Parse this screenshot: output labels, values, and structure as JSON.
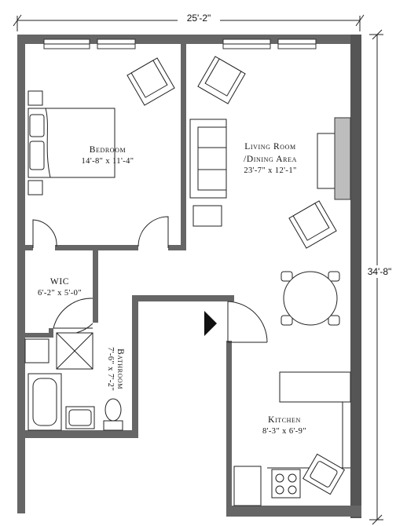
{
  "dimensions": {
    "width": "25'-2\"",
    "height": "34'-8\""
  },
  "rooms": {
    "bedroom": {
      "name": "Bedroom",
      "size": "14'-8\" x 11'-4\""
    },
    "living": {
      "name_line1": "Living Room",
      "name_line2": "/Dining Area",
      "size": "23'-7\" x 12'-1\""
    },
    "wic": {
      "name": "WIC",
      "size": "6'-2\" x 5'-0\""
    },
    "bathroom": {
      "name": "Bathroom",
      "size": "7'-6\" x 7'-2\""
    },
    "kitchen": {
      "name": "Kitchen",
      "size": "8'-3\" x 6'-9\""
    }
  },
  "icons": {
    "entry_marker": "entry-arrow-icon"
  },
  "colors": {
    "wall": "#666666",
    "fixture_fill": "#bdbdbd"
  }
}
